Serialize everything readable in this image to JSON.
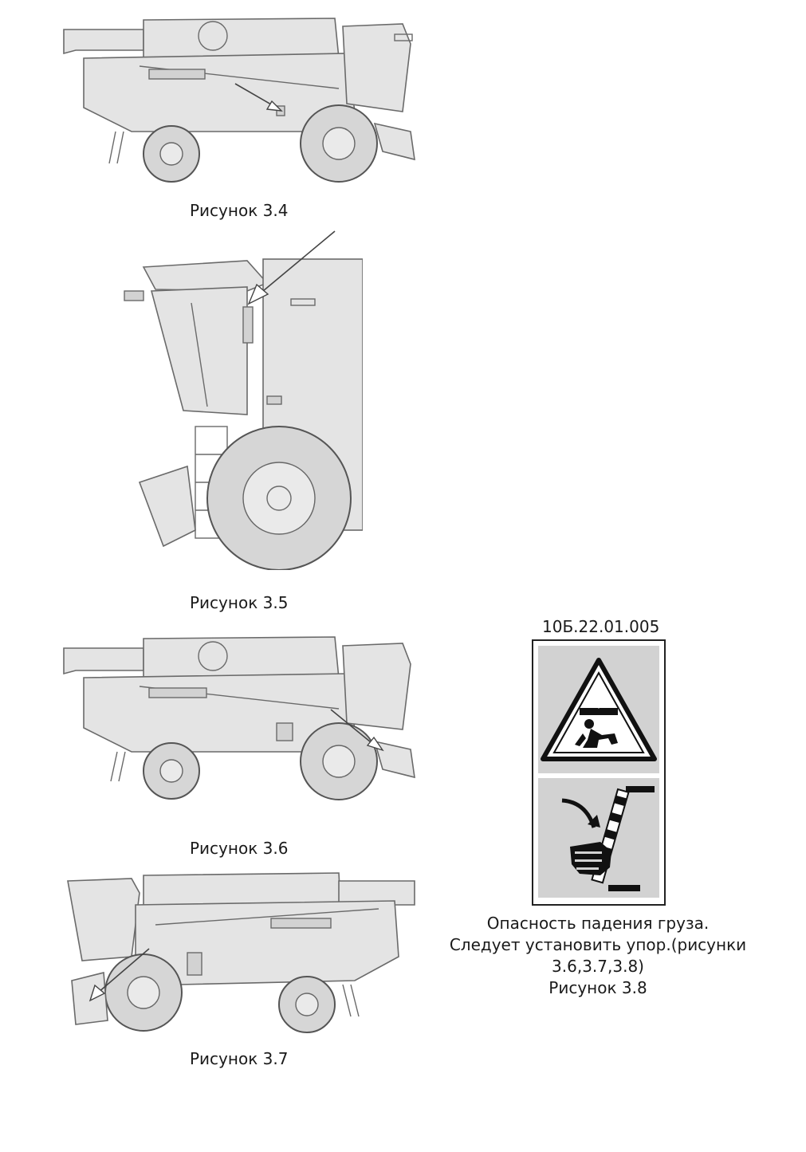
{
  "figures": [
    {
      "id": "3.4",
      "caption": "Рисунок 3.4"
    },
    {
      "id": "3.5",
      "caption": "Рисунок 3.5"
    },
    {
      "id": "3.6",
      "caption": "Рисунок 3.6"
    },
    {
      "id": "3.7",
      "caption": "Рисунок 3.7"
    }
  ],
  "sign": {
    "code": "10Б.22.01.005",
    "description_lines": [
      "Опасность падения груза.",
      "Следует установить упор.(рисунки",
      "3.6,3.7,3.8)"
    ],
    "caption": "Рисунок 3.8",
    "icons": [
      "falling-load-warning-icon",
      "support-stop-install-icon"
    ]
  },
  "colors": {
    "drawing_gray": "#e4e4e4",
    "outline": "#6a6a6a",
    "sign_panel": "#d2d2d2"
  }
}
